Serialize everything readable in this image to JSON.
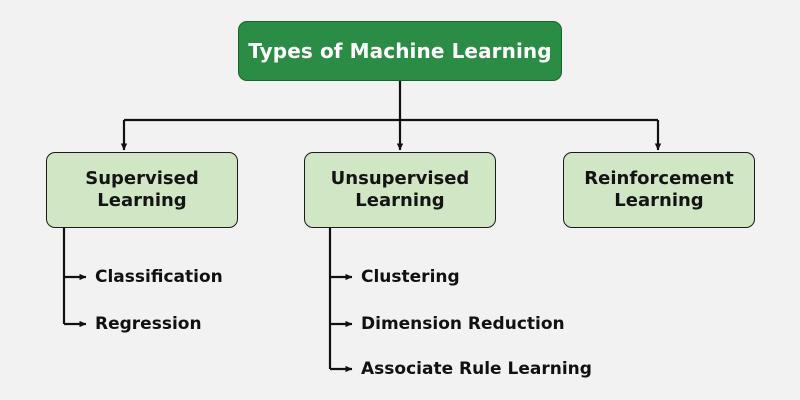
{
  "diagram": {
    "type": "tree",
    "title": "Types of Machine Learning",
    "background_color": "#f2f2f2",
    "root": {
      "label": "Types of Machine Learning",
      "fill_color": "#2b8c45",
      "text_color": "#ffffff"
    },
    "branch_fill_color": "#d0e6c4",
    "branch_text_color": "#141414",
    "connector_color": "#111111",
    "branches": [
      {
        "label": "Supervised\nLearning",
        "children": [
          {
            "label": "Classification"
          },
          {
            "label": "Regression"
          }
        ]
      },
      {
        "label": "Unsupervised\nLearning",
        "children": [
          {
            "label": "Clustering"
          },
          {
            "label": "Dimension Reduction"
          },
          {
            "label": "Associate Rule Learning"
          }
        ]
      },
      {
        "label": "Reinforcement\nLearning",
        "children": []
      }
    ]
  }
}
